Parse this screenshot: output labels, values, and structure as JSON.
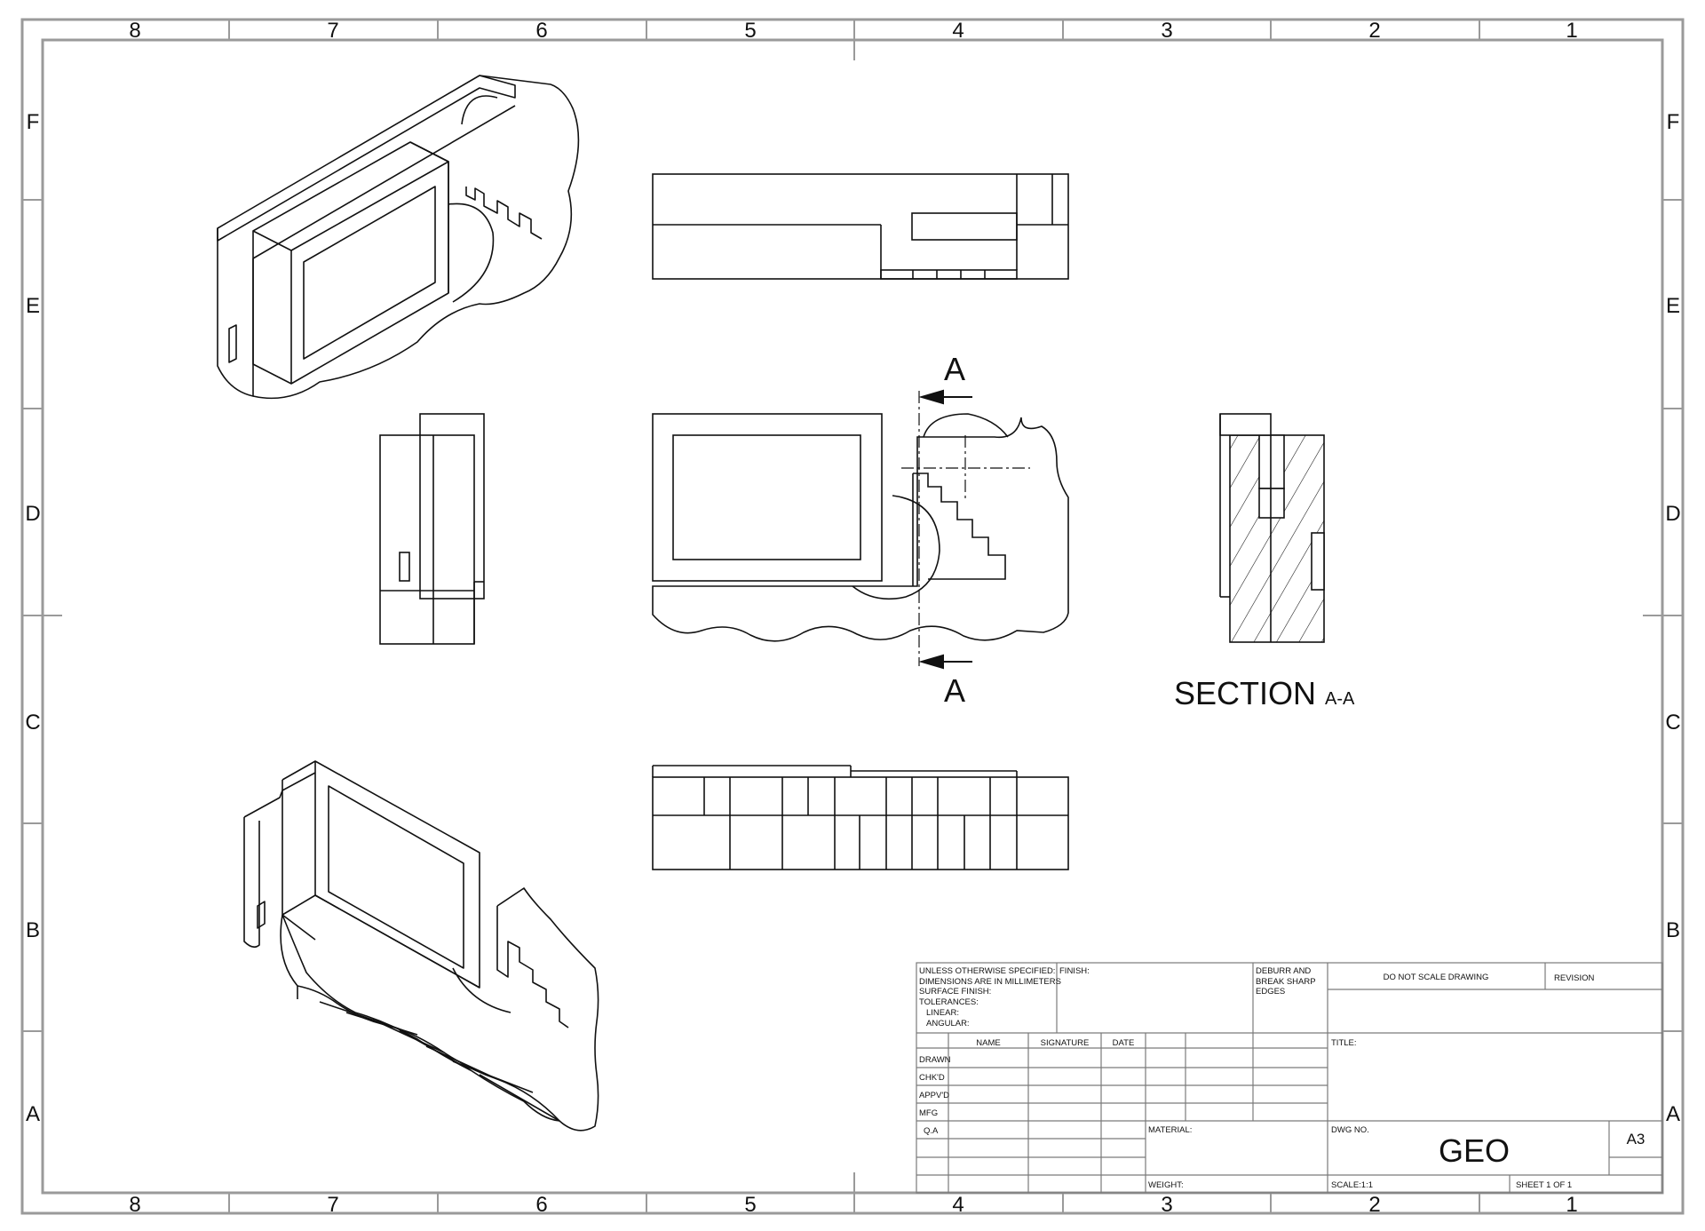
{
  "border": {
    "columns": [
      "8",
      "7",
      "6",
      "5",
      "4",
      "3",
      "2",
      "1"
    ],
    "rows": [
      "F",
      "E",
      "D",
      "C",
      "B",
      "A"
    ]
  },
  "section_label": {
    "main": "SECTION",
    "sub": "A-A"
  },
  "cut_letters": {
    "top": "A",
    "bottom": "A"
  },
  "title_block": {
    "notes": [
      "UNLESS OTHERWISE SPECIFIED:",
      "DIMENSIONS ARE IN MILLIMETERS",
      "SURFACE FINISH:",
      "TOLERANCES:",
      "LINEAR:",
      "ANGULAR:"
    ],
    "finish": "FINISH:",
    "deburr": [
      "DEBURR AND",
      "BREAK SHARP",
      "EDGES"
    ],
    "do_not_scale": "DO NOT SCALE DRAWING",
    "revision": "REVISION",
    "headers": {
      "name": "NAME",
      "signature": "SIGNATURE",
      "date": "DATE"
    },
    "rows": [
      "DRAWN",
      "CHK'D",
      "APPV'D",
      "MFG",
      "Q.A"
    ],
    "title": "TITLE:",
    "material": "MATERIAL:",
    "weight": "WEIGHT:",
    "dwg_no_label": "DWG NO.",
    "dwg_no": "GEO",
    "size": "A3",
    "scale": "SCALE:1:1",
    "sheet": "SHEET 1 OF 1"
  }
}
